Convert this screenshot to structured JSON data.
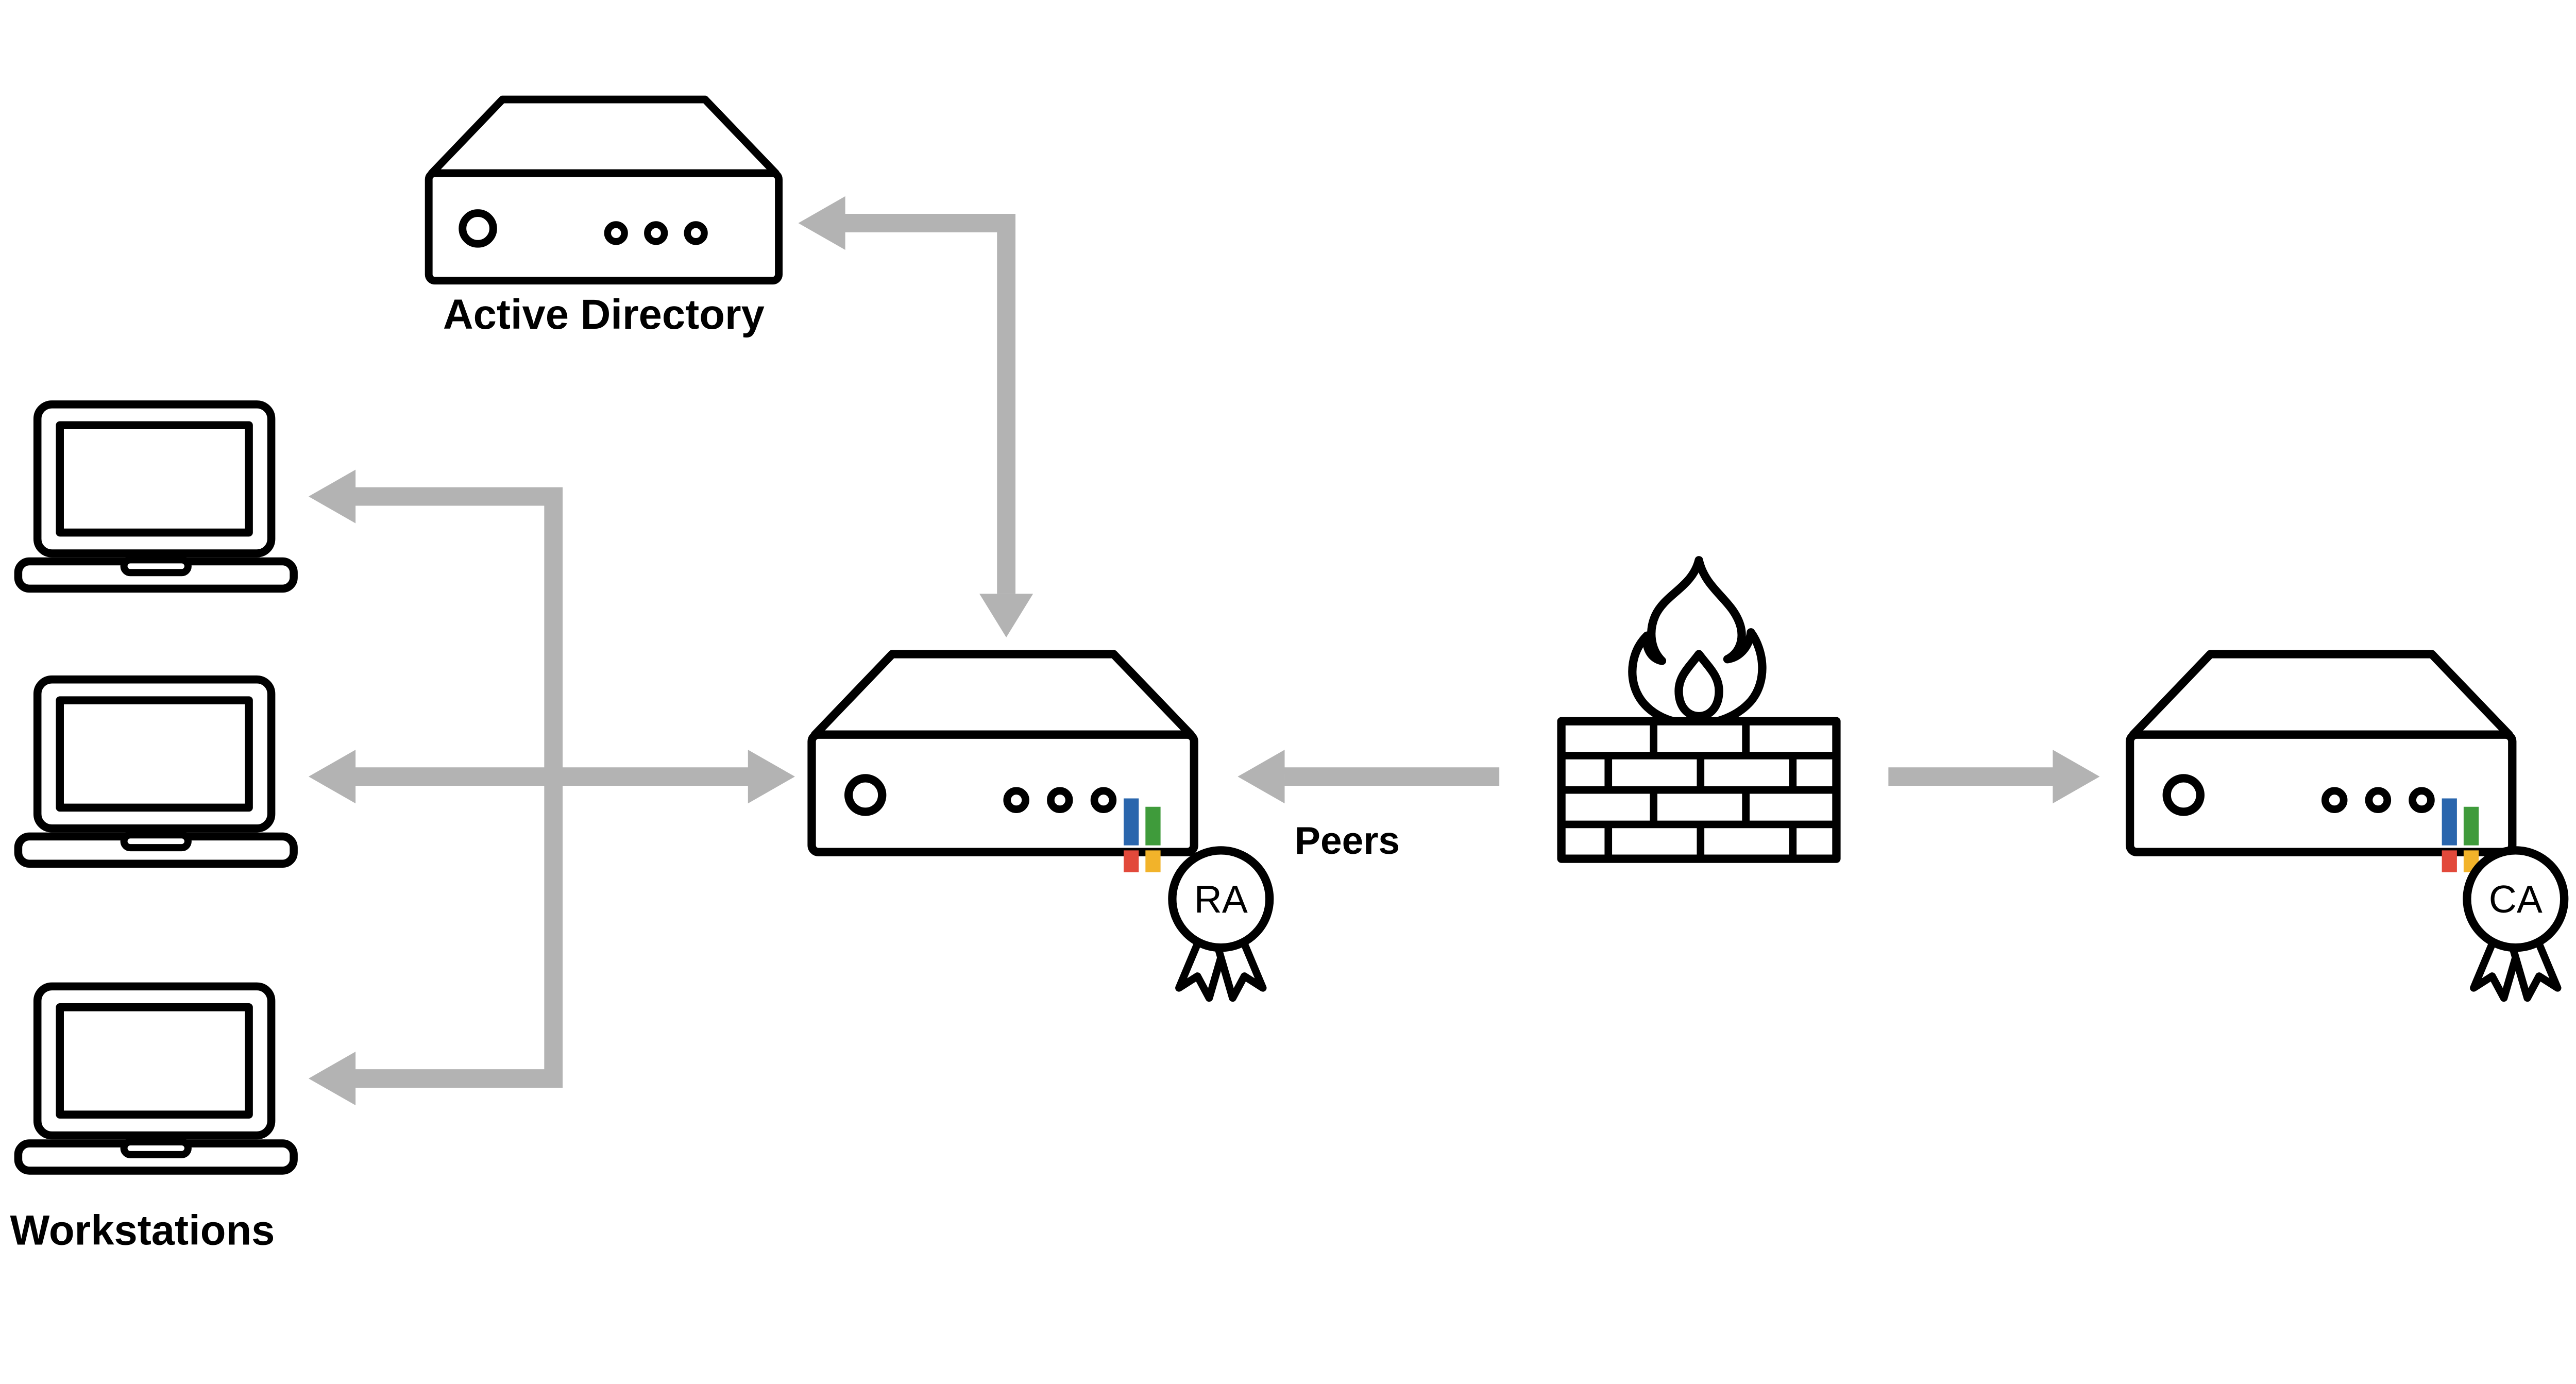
{
  "diagram": {
    "nodes": {
      "active_directory": {
        "label": "Active Directory"
      },
      "workstations": {
        "label": "Workstations",
        "count": 3
      },
      "ra": {
        "badge": "RA"
      },
      "ca": {
        "badge": "CA"
      },
      "peers": {
        "label": "Peers"
      }
    },
    "colors": {
      "arrow": "#b3b3b3",
      "text": "#000000",
      "cert_blue": "#2a66ad",
      "cert_red": "#e2493b",
      "cert_green": "#3f9b3b",
      "cert_yellow": "#f2b32a"
    }
  }
}
